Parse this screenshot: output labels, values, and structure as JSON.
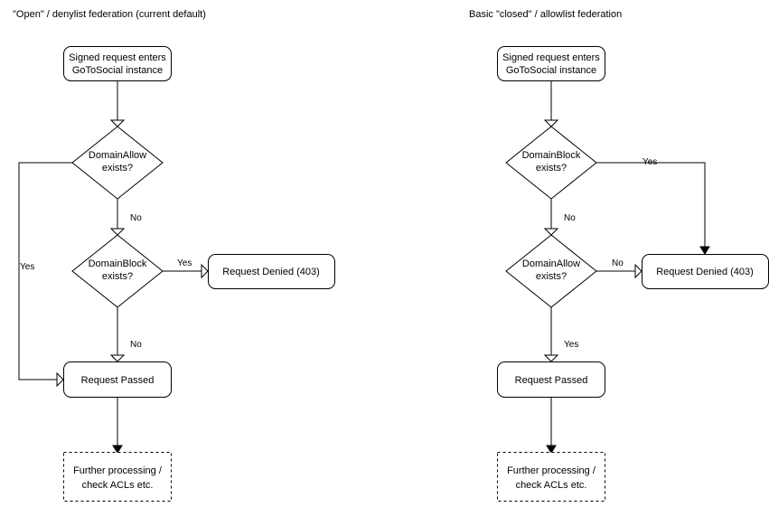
{
  "diagram": {
    "title_left": "\"Open\" / denylist federation (current default)",
    "title_right": "Basic \"closed\" / allowlist federation",
    "colors": {
      "stroke": "#000000",
      "fill": "#ffffff",
      "text": "#000000"
    }
  },
  "left_panel": {
    "title": "\"Open\" / denylist federation (current default)",
    "nodes": {
      "start": {
        "line1": "Signed request enters",
        "line2": "GoToSocial instance",
        "shape": "rounded-rect"
      },
      "decision1": {
        "line1": "DomainAllow",
        "line2": "exists?",
        "shape": "diamond"
      },
      "decision2": {
        "line1": "DomainBlock",
        "line2": "exists?",
        "shape": "diamond"
      },
      "denied": {
        "line1": "Request Denied (403)",
        "shape": "rounded-rect"
      },
      "passed": {
        "line1": "Request Passed",
        "shape": "rounded-rect"
      },
      "further": {
        "line1": "Further processing /",
        "line2": "check ACLs etc.",
        "shape": "dashed-rect"
      }
    },
    "edge_labels": {
      "allow_yes": "Yes",
      "allow_no": "No",
      "block_yes": "Yes",
      "block_no": "No"
    }
  },
  "right_panel": {
    "title": "Basic \"closed\" / allowlist federation",
    "nodes": {
      "start": {
        "line1": "Signed request enters",
        "line2": "GoToSocial instance",
        "shape": "rounded-rect"
      },
      "decision1": {
        "line1": "DomainBlock",
        "line2": "exists?",
        "shape": "diamond"
      },
      "decision2": {
        "line1": "DomainAllow",
        "line2": "exists?",
        "shape": "diamond"
      },
      "denied": {
        "line1": "Request Denied (403)",
        "shape": "rounded-rect"
      },
      "passed": {
        "line1": "Request Passed",
        "shape": "rounded-rect"
      },
      "further": {
        "line1": "Further processing /",
        "line2": "check ACLs etc.",
        "shape": "dashed-rect"
      }
    },
    "edge_labels": {
      "block_yes": "Yes",
      "block_no": "No",
      "allow_no": "No",
      "allow_yes": "Yes"
    }
  }
}
